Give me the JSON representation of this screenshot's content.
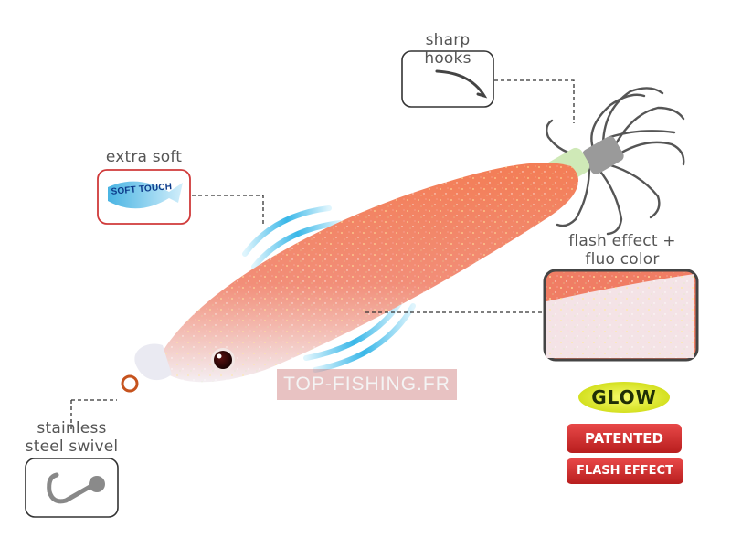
{
  "callouts": {
    "sharp_hooks": "sharp hooks",
    "extra_soft": "extra soft",
    "soft_touch": "SOFT TOUCH",
    "flash_line1": "flash effect +",
    "flash_line2": "fluo color",
    "swivel_line1": "stainless",
    "swivel_line2": "steel swivel"
  },
  "badges": {
    "glow": "GLOW",
    "patented": "PATENTED",
    "flash_effect": "FLASH EFFECT"
  },
  "watermark": "TOP-FISHING.FR",
  "colors": {
    "body_orange": "#f07a5a",
    "body_white": "#f3eef0",
    "soft_frame": "#d03a3a",
    "glow_yellow": "#e6f23a",
    "badge_red": "#cf2b2b",
    "wave_blue": "#39b7e8"
  }
}
